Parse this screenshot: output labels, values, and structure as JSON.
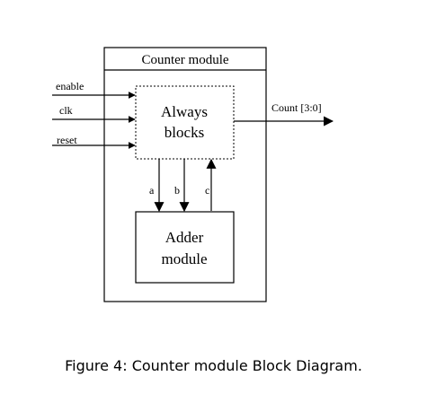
{
  "diagram": {
    "outer_module": {
      "title": "Counter module"
    },
    "always_block": {
      "line1": "Always",
      "line2": "blocks"
    },
    "adder_block": {
      "line1": "Adder",
      "line2": "module"
    },
    "inputs": [
      {
        "label": "enable"
      },
      {
        "label": "clk"
      },
      {
        "label": "reset"
      }
    ],
    "output": {
      "label": "Count [3:0]"
    },
    "internal_signals": [
      {
        "label": "a",
        "direction": "down"
      },
      {
        "label": "b",
        "direction": "down"
      },
      {
        "label": "c",
        "direction": "up"
      }
    ]
  },
  "caption": "Figure 4: Counter module Block Diagram."
}
